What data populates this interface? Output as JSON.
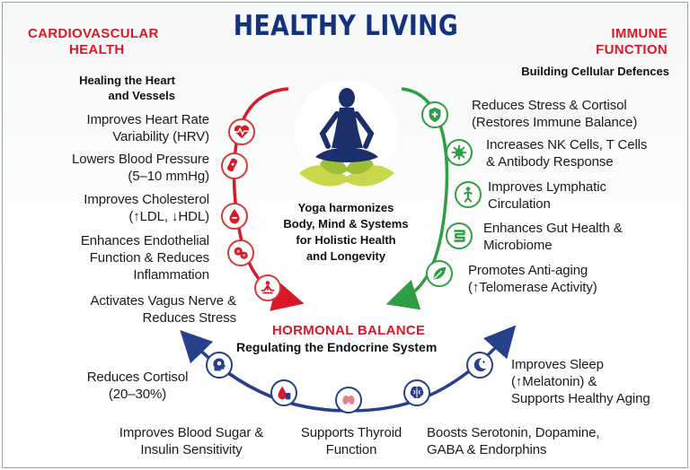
{
  "title": "HEALTHY LIVING",
  "cardio": {
    "heading_line1": "CARDIOVASCULAR",
    "heading_line2": "HEALTH",
    "sub_line1": "Healing the Heart",
    "sub_line2": "and Vessels",
    "items": [
      {
        "line1": "Improves Heart Rate",
        "line2": "Variability (HRV)",
        "icon": "heart-rate-icon"
      },
      {
        "line1": "Lowers Blood Pressure",
        "line2": "(5–10 mmHg)",
        "icon": "blood-vessel-icon"
      },
      {
        "line1": "Improves Cholesterol",
        "line2": "(↑LDL, ↓HDL)",
        "icon": "blood-drop-icon"
      },
      {
        "line1": "Enhances Endothelial",
        "line2": "Function & Reduces",
        "line3": "Inflammation",
        "icon": "blood-cells-icon"
      },
      {
        "line1": "Activates Vagus Nerve &",
        "line2": "Reduces Stress",
        "icon": "meditation-icon"
      }
    ]
  },
  "immune": {
    "heading_line1": "IMMUNE",
    "heading_line2": "FUNCTION",
    "sub": "Building Cellular Defences",
    "items": [
      {
        "line1": "Reduces Stress & Cortisol",
        "line2": "(Restores Immune Balance)",
        "icon": "shield-icon"
      },
      {
        "line1": "Increases NK Cells, T Cells",
        "line2": "& Antibody Response",
        "icon": "virus-icon"
      },
      {
        "line1": "Improves Lymphatic",
        "line2": "Circulation",
        "icon": "body-icon"
      },
      {
        "line1": "Enhances Gut Health &",
        "line2": "Microbiome",
        "icon": "gut-icon"
      },
      {
        "line1": "Promotes Anti-aging",
        "line2": "(↑Telomerase Activity)",
        "icon": "leaf-icon"
      }
    ]
  },
  "center": {
    "line1": "Yoga harmonizes",
    "line2": "Body, Mind & Systems",
    "line3": "for Holistic Health",
    "line4": "and Longevity"
  },
  "hormonal": {
    "heading": "HORMONAL BALANCE",
    "sub": "Regulating the Endocrine System",
    "items": [
      {
        "line1": "Reduces Cortisol",
        "line2": "(20–30%)",
        "icon": "brain-head-icon"
      },
      {
        "line1": "Improves Blood Sugar &",
        "line2": "Insulin Sensitivity",
        "icon": "blood-sugar-icon"
      },
      {
        "line1": "Supports Thyroid",
        "line2": "Function",
        "icon": "thyroid-icon"
      },
      {
        "line1": "Boosts Serotonin, Dopamine,",
        "line2": "GABA & Endorphins",
        "icon": "brain-icon"
      },
      {
        "line1": "Improves Sleep",
        "line2": "(↑Melatonin) &",
        "line3": "Supports Healthy Aging",
        "icon": "moon-icon"
      }
    ]
  },
  "colors": {
    "title": "#13337f",
    "red": "#d8192a",
    "green": "#2f9e44",
    "blue": "#27408b",
    "lotus": "#c9d84a",
    "figure": "#1d2f6b"
  }
}
